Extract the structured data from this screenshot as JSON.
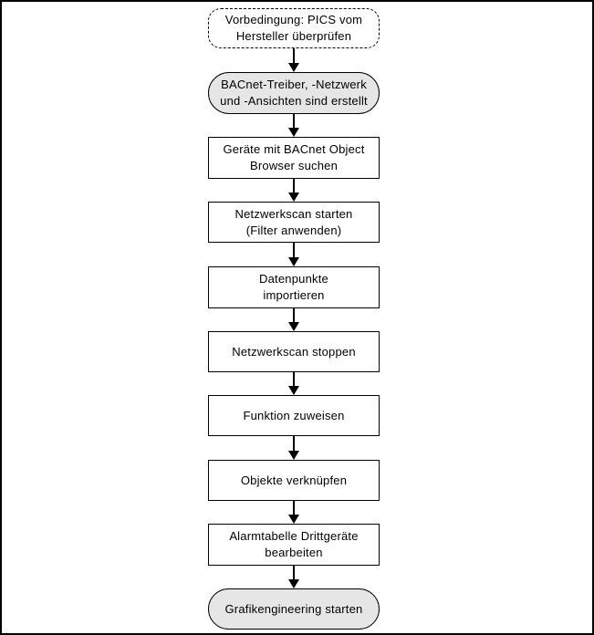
{
  "diagram": {
    "type": "flowchart",
    "direction": "top-down",
    "colors": {
      "background": "#ffffff",
      "border": "#000000",
      "process_fill": "#ffffff",
      "terminator_fill": "#e6e6e6",
      "text": "#000000"
    },
    "nodes": [
      {
        "id": "precondition",
        "shape": "dashed-rounded",
        "label": "Vorbedingung: PICS vom\nHersteller überprüfen"
      },
      {
        "id": "bacnet-created",
        "shape": "terminator",
        "label": "BACnet-Treiber, -Netzwerk\nund -Ansichten sind erstellt"
      },
      {
        "id": "device-search",
        "shape": "process",
        "label": "Geräte mit BACnet Object\nBrowser suchen"
      },
      {
        "id": "network-scan-start",
        "shape": "process",
        "label": "Netzwerkscan starten\n(Filter anwenden)"
      },
      {
        "id": "datapoint-import",
        "shape": "process",
        "label": "Datenpunkte\nimportieren"
      },
      {
        "id": "network-scan-stop",
        "shape": "process",
        "label": "Netzwerkscan stoppen"
      },
      {
        "id": "assign-function",
        "shape": "process",
        "label": "Funktion zuweisen"
      },
      {
        "id": "link-objects",
        "shape": "process",
        "label": "Objekte verknüpfen"
      },
      {
        "id": "alarm-table-edit",
        "shape": "process",
        "label": "Alarmtabelle Drittgeräte\nbearbeiten"
      },
      {
        "id": "graphics-engineering",
        "shape": "terminator",
        "label": "Grafikengineering starten"
      }
    ],
    "edges": [
      {
        "from": "precondition",
        "to": "bacnet-created"
      },
      {
        "from": "bacnet-created",
        "to": "device-search"
      },
      {
        "from": "device-search",
        "to": "network-scan-start"
      },
      {
        "from": "network-scan-start",
        "to": "datapoint-import"
      },
      {
        "from": "datapoint-import",
        "to": "network-scan-stop"
      },
      {
        "from": "network-scan-stop",
        "to": "assign-function"
      },
      {
        "from": "assign-function",
        "to": "link-objects"
      },
      {
        "from": "link-objects",
        "to": "alarm-table-edit"
      },
      {
        "from": "alarm-table-edit",
        "to": "graphics-engineering"
      }
    ]
  }
}
